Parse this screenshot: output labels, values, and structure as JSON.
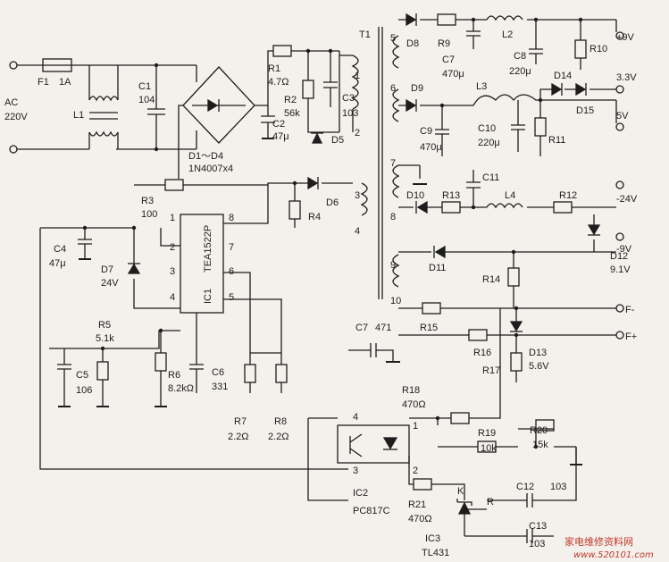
{
  "input": {
    "ac": "AC",
    "voltage": "220V",
    "fuse": "F1",
    "fuse_rating": "1A"
  },
  "filter": {
    "c1": "C1",
    "c1_val": "104",
    "l1": "L1"
  },
  "rectifier": {
    "bridge": "D1～D4",
    "bridge_part": "1N4007x4"
  },
  "snubber": {
    "r1": "R1",
    "r1_val": "4.7Ω",
    "r2": "R2",
    "r2_val": "56k",
    "c3": "C3",
    "c3_val": "103",
    "c2": "C2",
    "c2_val": "47μ",
    "d5": "D5"
  },
  "transformer": {
    "name": "T1",
    "pins": [
      "1",
      "2",
      "3",
      "4",
      "5",
      "6",
      "7",
      "8",
      "9",
      "10"
    ]
  },
  "controller": {
    "ic1": "IC1",
    "ic1_part": "TEA1522P",
    "pins": [
      "1",
      "2",
      "3",
      "4",
      "5",
      "6",
      "7",
      "8"
    ],
    "r3": "R3",
    "r3_val": "100",
    "c4": "C4",
    "c4_val": "47μ",
    "d7": "D7",
    "d7_val": "24V",
    "d6": "D6",
    "r4": "R4",
    "r5": "R5",
    "r5_val": "5.1k",
    "c5": "C5",
    "c5_val": "106",
    "r6": "R6",
    "r6_val": "8.2kΩ",
    "c6": "C6",
    "c6_val": "331",
    "r7": "R7",
    "r7_val": "2.2Ω",
    "r8": "R8",
    "r8_val": "2.2Ω"
  },
  "outputs": {
    "d8": "D8",
    "r9": "R9",
    "l2": "L2",
    "c7": "C7",
    "c7_val": "470μ",
    "c8": "C8",
    "c8_val": "220μ",
    "r10": "R10",
    "out_9v": "+9V",
    "d14": "D14",
    "d15": "D15",
    "out_3v3": "3.3V",
    "d9": "D9",
    "l3": "L3",
    "c9": "C9",
    "c9_val": "470μ",
    "c10": "C10",
    "c10_val": "220μ",
    "r11": "R11",
    "out_5v": "5V",
    "c11": "C11",
    "d10": "D10",
    "r13": "R13",
    "l4": "L4",
    "r12": "R12",
    "out_m24v": "-24V",
    "d11": "D11",
    "d12": "D12",
    "d12_val": "9.1V",
    "out_m9v": "-9V",
    "r14": "R14",
    "r15": "R15",
    "out_fm": "F-",
    "r16": "R16",
    "d13": "D13",
    "d13_val": "5.6V",
    "r17": "R17",
    "out_fp": "F+",
    "c7b": "C7",
    "c7b_val": "471"
  },
  "feedback": {
    "r18": "R18",
    "r18_val": "470Ω",
    "r19": "R19",
    "r19_val": "10k",
    "r20": "R20",
    "r20_val": "15k",
    "ic2": "IC2",
    "ic2_part": "PC817C",
    "pin1": "1",
    "pin2": "2",
    "pin3": "3",
    "pin4": "4",
    "r21": "R21",
    "r21_val": "470Ω",
    "ic3": "IC3",
    "ic3_part": "TL431",
    "k": "K",
    "r": "R",
    "c12": "C12",
    "c12_val": "103",
    "c13": "C13",
    "c13_val": "103"
  },
  "watermark": {
    "brand": "家电维修资料网",
    "url": "www.520101.com"
  }
}
